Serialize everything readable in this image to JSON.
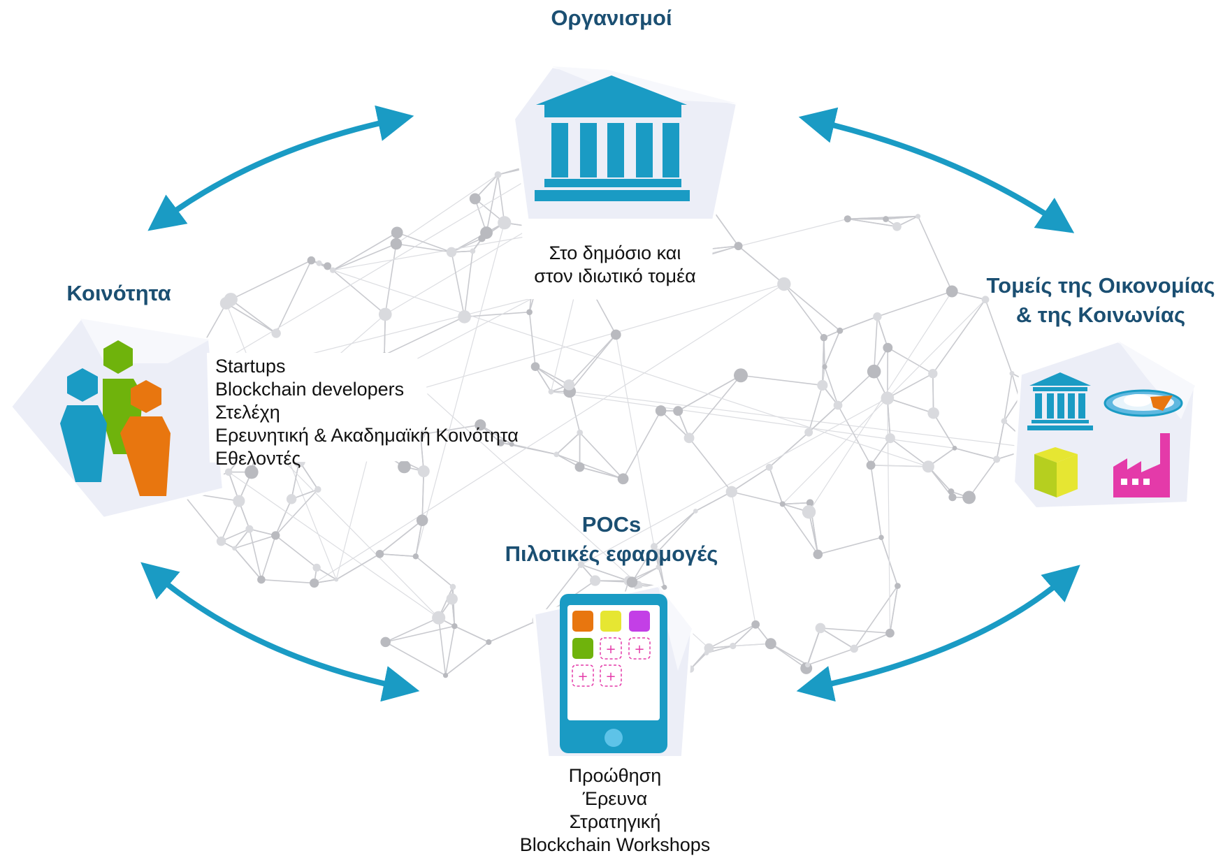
{
  "colors": {
    "accent": "#1a9bc4",
    "heading": "#1b4f72",
    "network": "#c9cacf",
    "card": "#eceef7",
    "orange": "#e8760f",
    "green": "#6fb30c",
    "yellow": "#e6e632",
    "purple": "#c33fe6",
    "magenta": "#e43aa9"
  },
  "institutions": {
    "title": "Οργανισμοί",
    "lines": [
      "Στο δημόσιο και",
      "στον ιδιωτικό τομέα"
    ],
    "icon": "government-building-icon"
  },
  "community": {
    "title": "Κοινότητα",
    "lines": [
      "Startups",
      "Blockchain developers",
      "Στελέχη",
      "Ερευνητική & Ακαδημαϊκή Κοινότητα",
      "Εθελοντές"
    ],
    "icon": "people-group-icon"
  },
  "sectors": {
    "title_lines": [
      "Τομείς της Οικονομίας",
      "& της Κοινωνίας"
    ],
    "icons": [
      "government-building-icon",
      "food-plate-icon",
      "package-box-icon",
      "factory-icon"
    ]
  },
  "pocs": {
    "title_lines": [
      "POCs",
      "Πιλοτικές εφαρμογές"
    ],
    "lines": [
      "Προώθηση",
      "Έρευνα",
      "Στρατηγική",
      "Blockchain Workshops"
    ],
    "icon": "tablet-apps-icon"
  }
}
